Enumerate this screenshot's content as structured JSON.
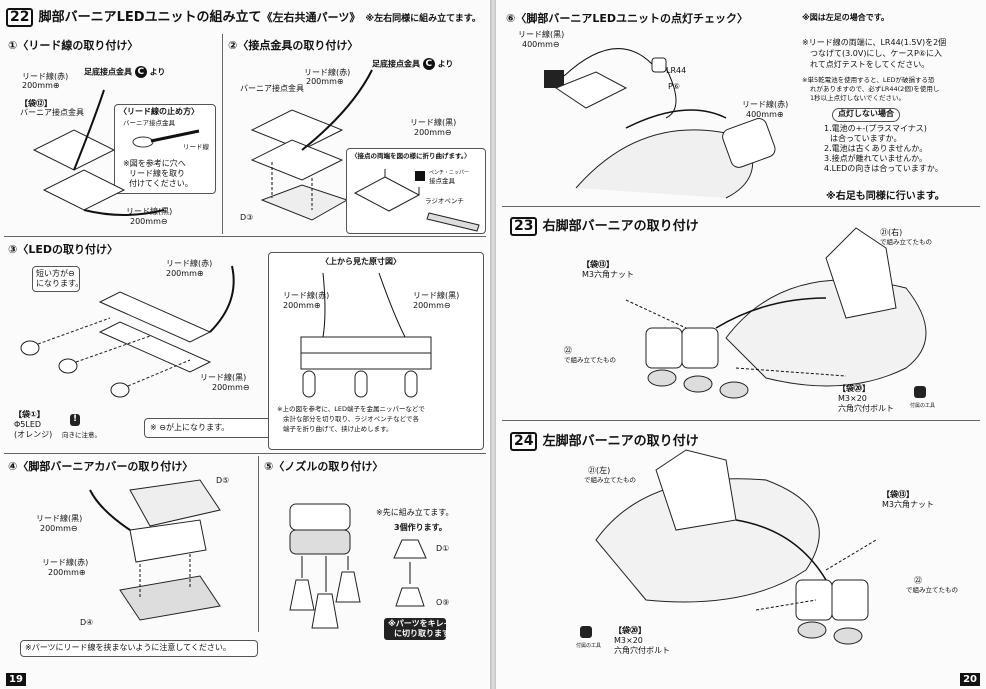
{
  "left": {
    "step_num": "22",
    "title": "脚部バーニアLEDユニットの組み立て",
    "title_sub": "《左右共通パーツ》",
    "title_note": "※左右同様に組み立てます。",
    "s1": {
      "title": "①〈リード線の取り付け〉",
      "label_red": "リード線(赤)",
      "red_len": "200mm⊕",
      "bag": "【袋⑫】",
      "bag_part": "バーニア接点金具",
      "stand_parts": "足底接点金具",
      "yori": "より",
      "c_letter": "C",
      "inset_title": "〈リード線の止め方〉",
      "inset_part": "バーニア接点金具",
      "inset_lead": "リード線",
      "inset_note1": "※図を参考に穴へ",
      "inset_note2": "リード線を取り",
      "inset_note3": "付けてください。",
      "label_black": "リード線(黒)",
      "black_len": "200mm⊖"
    },
    "s2": {
      "title": "②〈接点金具の取り付け〉",
      "stand_parts": "足底接点金具",
      "yori": "より",
      "c_letter": "C",
      "label_red": "リード線(赤)",
      "red_len": "200mm⊕",
      "part": "バーニア接点金具",
      "label_black": "リード線(黒)",
      "black_len": "200mm⊖",
      "inset_title": "〈接点の両端を図の様に折り曲げます。〉",
      "inset_part": "接点金具",
      "tool": "ラジオペンチ",
      "tool_note": "ペンチ・ニッパー",
      "d_label": "D③"
    },
    "s3": {
      "title": "③〈LEDの取り付け〉",
      "short_note1": "短い方が⊖",
      "short_note2": "になります。",
      "label_red": "リード線(赤)",
      "red_len": "200mm⊕",
      "label_black": "リード線(黒)",
      "black_len": "200mm⊖",
      "bag": "【袋①】",
      "led": "Φ5LED",
      "led_color": "(オレンジ)",
      "warn_small": "向きに注意。",
      "minus_note": "※ ⊖が上になります。",
      "top_title": "〈上から見た原寸図〉",
      "top_red": "リード線(赤)",
      "top_red_len": "200mm⊕",
      "top_black": "リード線(黒)",
      "top_black_len": "200mm⊖",
      "top_note1": "※上の図を参考に、LED端子を金属ニッパーなどで",
      "top_note2": "余計な部分を切り取り、ラジオペンチなどで各",
      "top_note3": "端子を折り曲げて、挟け止めします。"
    },
    "s4": {
      "title": "④〈脚部バーニアカバーの取り付け〉",
      "d5": "D⑤",
      "label_black": "リード線(黒)",
      "black_len": "200mm⊖",
      "label_red": "リード線(赤)",
      "red_len": "200mm⊕",
      "d4": "D④",
      "note": "※パーツにリード線を挟まないように注意してください。"
    },
    "s5": {
      "title": "⑤〈ノズルの取り付け〉",
      "pre_note": "※先に組み立てます。",
      "make3": "3個作ります。",
      "d1": "D①",
      "o9": "O⑨",
      "cut_note1": "※パーツをキレイ",
      "cut_note2": "に切り取ります。"
    },
    "page_no": "19"
  },
  "right": {
    "s6": {
      "title": "⑥〈脚部バーニアLEDユニットの点灯チェック〉",
      "same_note": "※図は左足の場合です。",
      "label_black": "リード線(黒)",
      "black_len": "400mm⊖",
      "lr44": "LR44",
      "p6": "P⑥",
      "label_red": "リード線(赤)",
      "red_len": "400mm⊕",
      "check1": "※リード線の両端に、LR44(1.5V)を2個",
      "check2": "つなげて(3.0V)にし、ケースP⑥に入",
      "check3": "れて点灯テストをしてください。",
      "batt1": "※単5乾電池を使用すると、LEDが破損する恐",
      "batt2": "れがありますので、必ずLR44(2個)を使用し",
      "batt3": "1秒以上点灯しないでください。",
      "trouble_title": "点灯しない場合",
      "trouble": [
        "1.電池の+-(プラスマイナス)",
        "は合っていますか。",
        "2.電池は古くありませんか。",
        "3.接点が離れていませんか。",
        "4.LEDの向きは合っていますか。"
      ],
      "right_note": "※右足も同様に行います。"
    },
    "s23": {
      "step_num": "23",
      "title": "右脚部バーニアの取り付け",
      "bag": "【袋⑬】",
      "nut": "M3六角ナット",
      "part21": "㉑(右)",
      "part21_sub": "で組み立てたもの",
      "part22": "㉒",
      "part22_sub": "で組み立てたもの",
      "bolt_bag": "【袋⑳】",
      "bolt_size": "M3×20",
      "bolt": "六角穴付ボルト",
      "tool_small": "付属の工具"
    },
    "s24": {
      "step_num": "24",
      "title": "左脚部バーニアの取り付け",
      "part21": "㉑(左)",
      "part21_sub": "で組み立てたもの",
      "bag": "【袋⑬】",
      "nut": "M3六角ナット",
      "part22": "㉒",
      "part22_sub": "で組み立てたもの",
      "bolt_bag": "【袋⑳】",
      "bolt_size": "M3×20",
      "bolt": "六角穴付ボルト",
      "tool_small": "付属の工具"
    },
    "page_no": "20"
  }
}
